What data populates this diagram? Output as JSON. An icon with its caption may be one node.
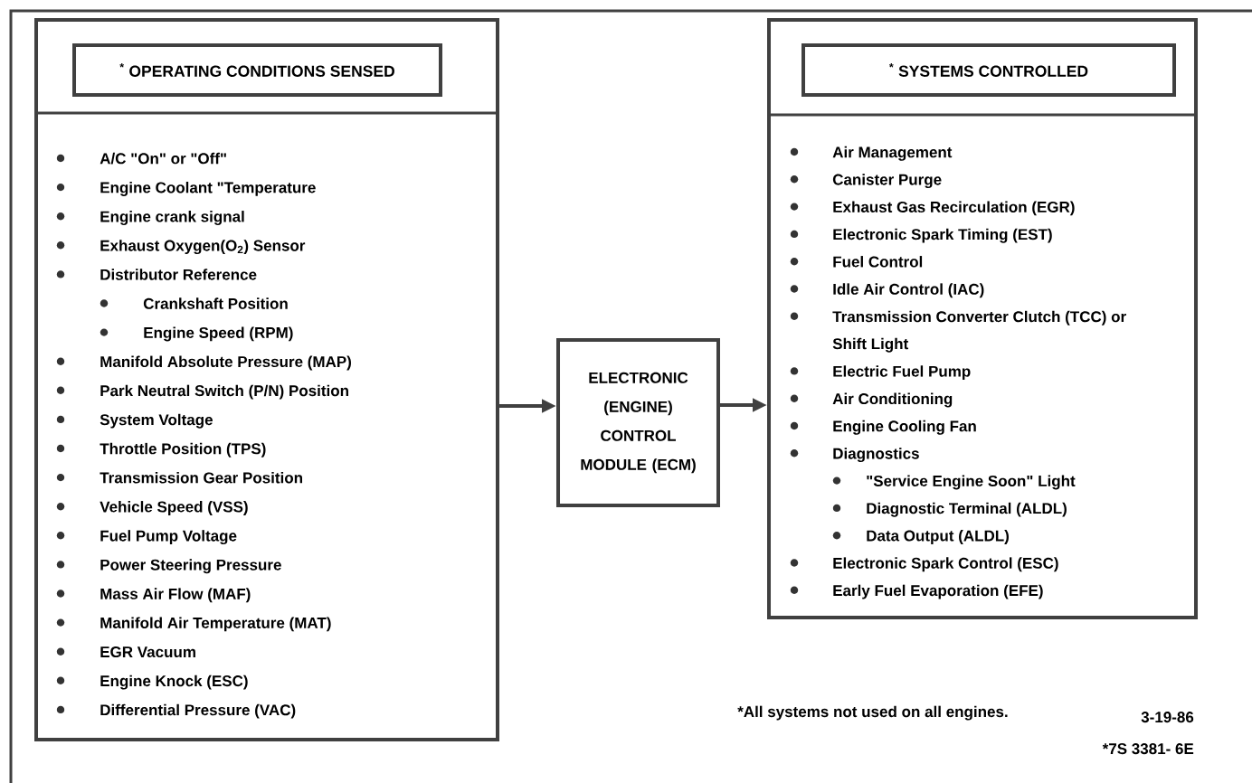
{
  "diagram": {
    "nodes": [
      {
        "text": [
          "A/C \"On\" or \"Off\"",
          "Engine Coolant \"Temperature",
          "Engine crank signal",
          "Exhaust Oxygen(O$_{2}$) Sensor",
          "Distributor Reference",
          "Crankshaft Position",
          "Engine Speed (RPM)",
          "Manifold Absolute Pressure (MAP)",
          "Park Neutral Switch (P/N) Position",
          "System Voltage",
          "Throttle Position (TPS)",
          "Transmission Gear Position",
          "Vehicle Speed (VSS)",
          "Fuel Pump Voltage",
          "Power Steering Pressure",
          "Mass Air Flow (MAF)",
          "Manifold Air Temperature (MAT)",
          "EGR Vacuum",
          "Engine Knock (ESC)",
          "Differential Pressure (VAC)"
        ]
      },
      {
        "text": [
          "$^{*}$ OPERATING CONDITIONS SENSED"
        ],
        "in": 0
      },
      {
        "text": [
          "ELECTRONIC (ENGINE) CONTROL MODULE (ECM)"
        ]
      },
      {
        "text": [
          "Air Management",
          "Canister Purge",
          "Exhaust Gas Recirculation (EGR)",
          "Electronic Spark Timing (EST)",
          "Fuel Control",
          "Idle Air Control (IAC)",
          "Transmission Converter Clutch (TCC) or Shift Light",
          "Electric Fuel Pump",
          "Air Conditioning",
          "Engine Cooling Fan",
          "Diagnostics",
          "\"Service Engine Soon\" Light",
          "Diagnostic Terminal (ALDL)",
          "Data Output (ALDL)",
          "Electronic Spark Control (ESC)",
          "Early Fuel Evaporation (EFE)"
        ]
      },
      {
        "text": [
          "$^{*}$ SYSTEMS CONTROLLED"
        ],
        "in": 3
      }
    ],
    "edges": [
      {
        "from": 0,
        "to": 2,
        "arrow": "to"
      },
      {
        "from": 2,
        "to": 3,
        "arrow": "to"
      }
    ],
    "labels": [
      "*All systems not used on all engines.",
      "3-19-86",
      "*7S 3381- 6E"
    ]
  }
}
